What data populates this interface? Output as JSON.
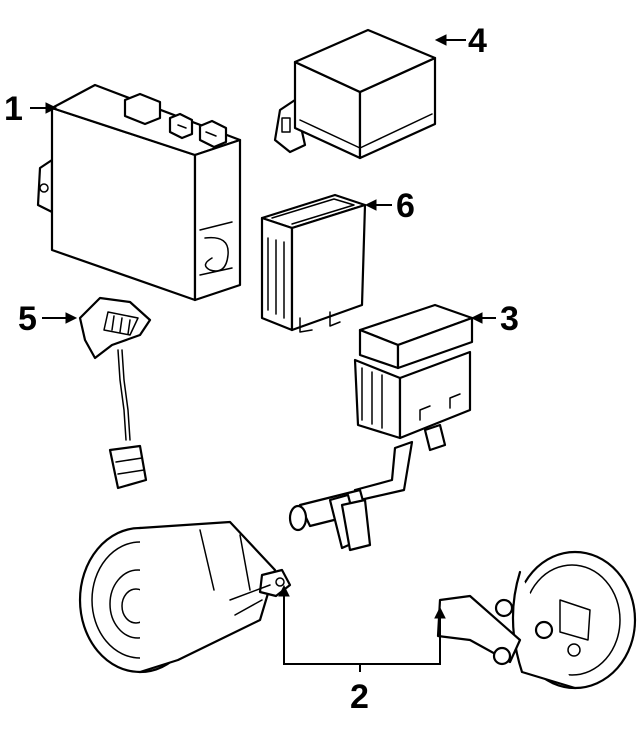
{
  "diagram": {
    "callouts": [
      {
        "id": "1",
        "label": "1"
      },
      {
        "id": "2",
        "label": "2"
      },
      {
        "id": "3",
        "label": "3"
      },
      {
        "id": "4",
        "label": "4"
      },
      {
        "id": "5",
        "label": "5"
      },
      {
        "id": "6",
        "label": "6"
      }
    ],
    "parts": [
      {
        "callout": "1",
        "name": "control-module"
      },
      {
        "callout": "2",
        "name": "horn"
      },
      {
        "callout": "3",
        "name": "relay"
      },
      {
        "callout": "4",
        "name": "relay"
      },
      {
        "callout": "5",
        "name": "sensor"
      },
      {
        "callout": "6",
        "name": "relay"
      }
    ],
    "colors": {
      "ink": "#000000",
      "background": "#ffffff"
    }
  }
}
